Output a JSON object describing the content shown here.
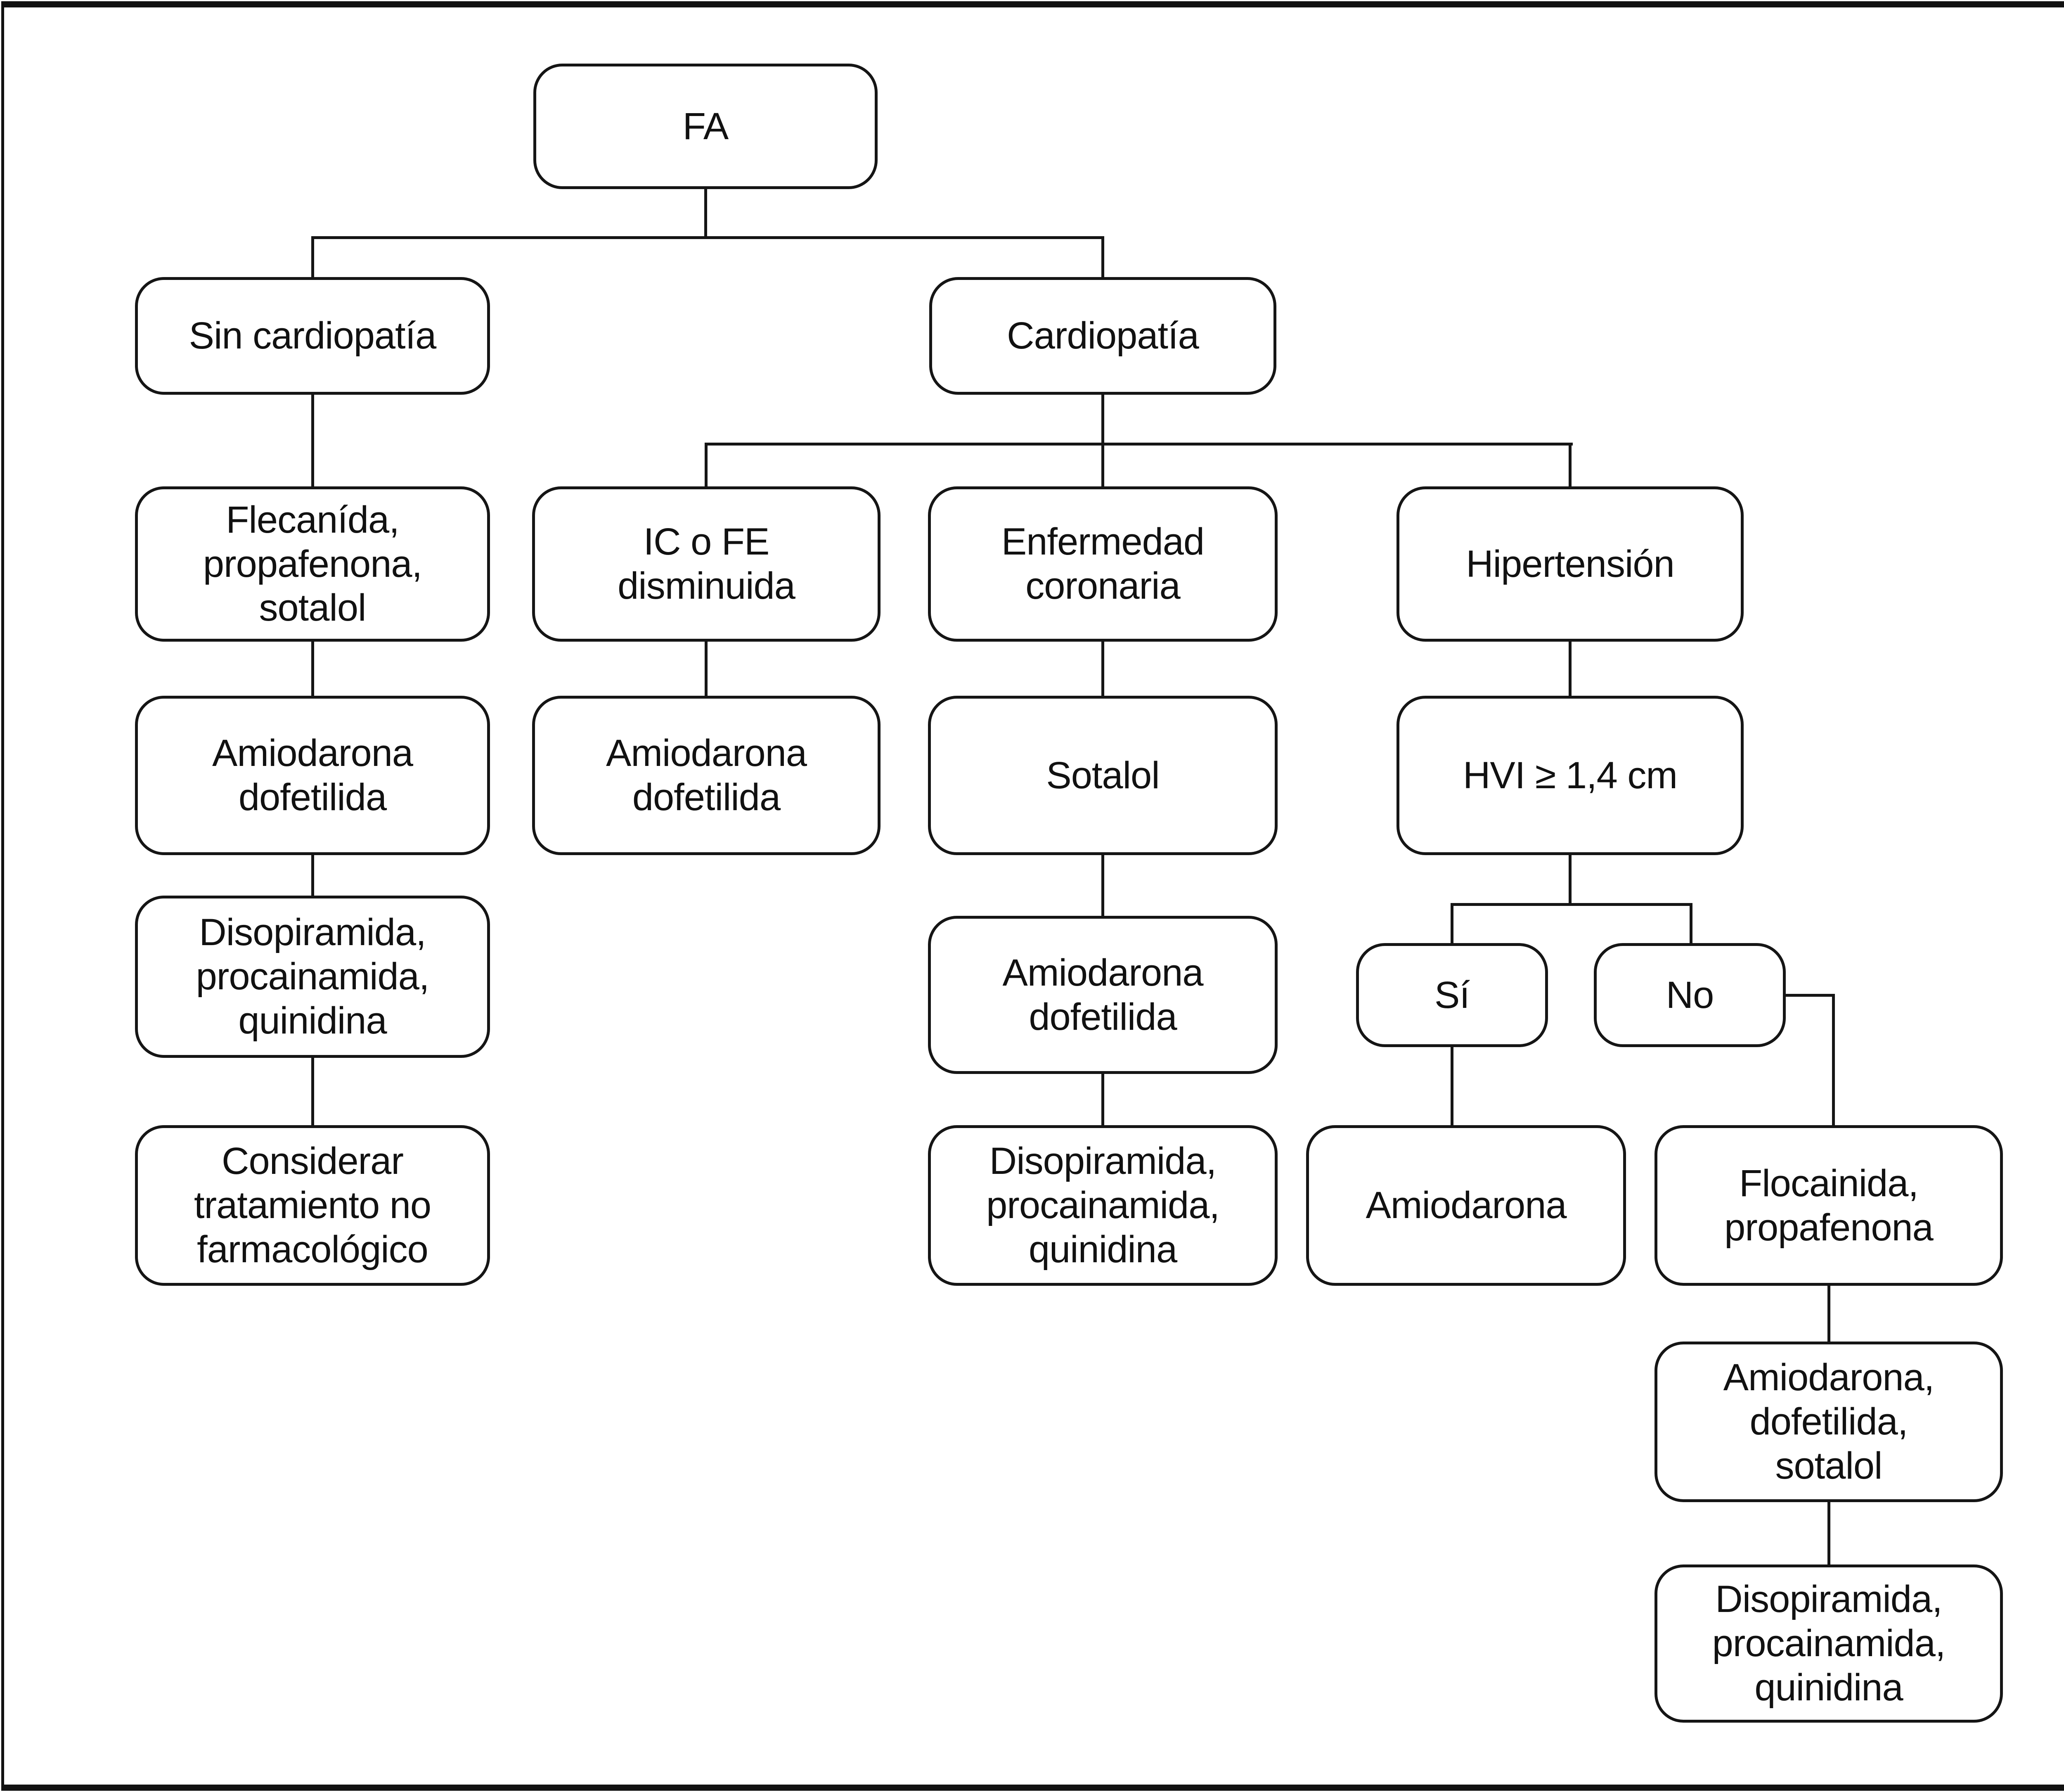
{
  "figure": {
    "background_color": "#ffffff",
    "line_color": "#151515",
    "description_root_label": "FA"
  },
  "nodes": {
    "fa": {
      "label": "FA"
    },
    "sin_cardiopatia": {
      "label": "Sin cardiopatía"
    },
    "cardiopatia": {
      "label": "Cardiopatía"
    },
    "flecanida": {
      "label": "Flecanída,\npropafenona,\nsotalol"
    },
    "ic_fe": {
      "label": "IC o FE\ndisminuida"
    },
    "enfermedad": {
      "label": "Enfermedad\ncoronaria"
    },
    "hipertension": {
      "label": "Hipertensión"
    },
    "amiodarona_dofetilida_1": {
      "label": "Amiodarona\ndofetilida"
    },
    "amiodarona_dofetilida_2": {
      "label": "Amiodarona\ndofetilida"
    },
    "sotalol": {
      "label": "Sotalol"
    },
    "hvi": {
      "label": "HVI ≥ 1,4 cm"
    },
    "disopiramida_1": {
      "label": "Disopiramida,\nprocainamida,\nquinidina"
    },
    "amiodarona_dofetilida_3": {
      "label": "Amiodarona\ndofetilida"
    },
    "si": {
      "label": "Sí"
    },
    "no": {
      "label": "No"
    },
    "considerar": {
      "label": "Considerar\ntratamiento no\nfarmacológico"
    },
    "disopiramida_2": {
      "label": "Disopiramida,\nprocainamida,\nquinidina"
    },
    "amiodarona": {
      "label": "Amiodarona"
    },
    "flocainida": {
      "label": "Flocainida,\npropafenona"
    },
    "amiodarona_dofetilida_sotalol": {
      "label": "Amiodarona,\ndofetilida,\nsotalol"
    },
    "disopiramida_3": {
      "label": "Disopiramida,\nprocainamida,\nquinidina"
    }
  },
  "edges": [
    "FA -> Sin cardiopatía",
    "FA -> Cardiopatía",
    "Sin cardiopatía -> Flecanída, propafenona, sotalol -> Amiodarona dofetilida -> Disopiramida, procainamida, quinidina -> Considerar tratamiento no farmacológico",
    "Cardiopatía -> IC o FE disminuida -> Amiodarona dofetilida",
    "Cardiopatía -> Enfermedad coronaria -> Sotalol -> Amiodarona dofetilida -> Disopiramida, procainamida, quinidina",
    "Cardiopatía -> Hipertensión -> HVI ≥ 1,4 cm -> Sí / No",
    "Sí -> Amiodarona",
    "No -> Flocainida, propafenona -> Amiodarona, dofetilida, sotalol -> Disopiramida, procainamida, quinidina"
  ]
}
